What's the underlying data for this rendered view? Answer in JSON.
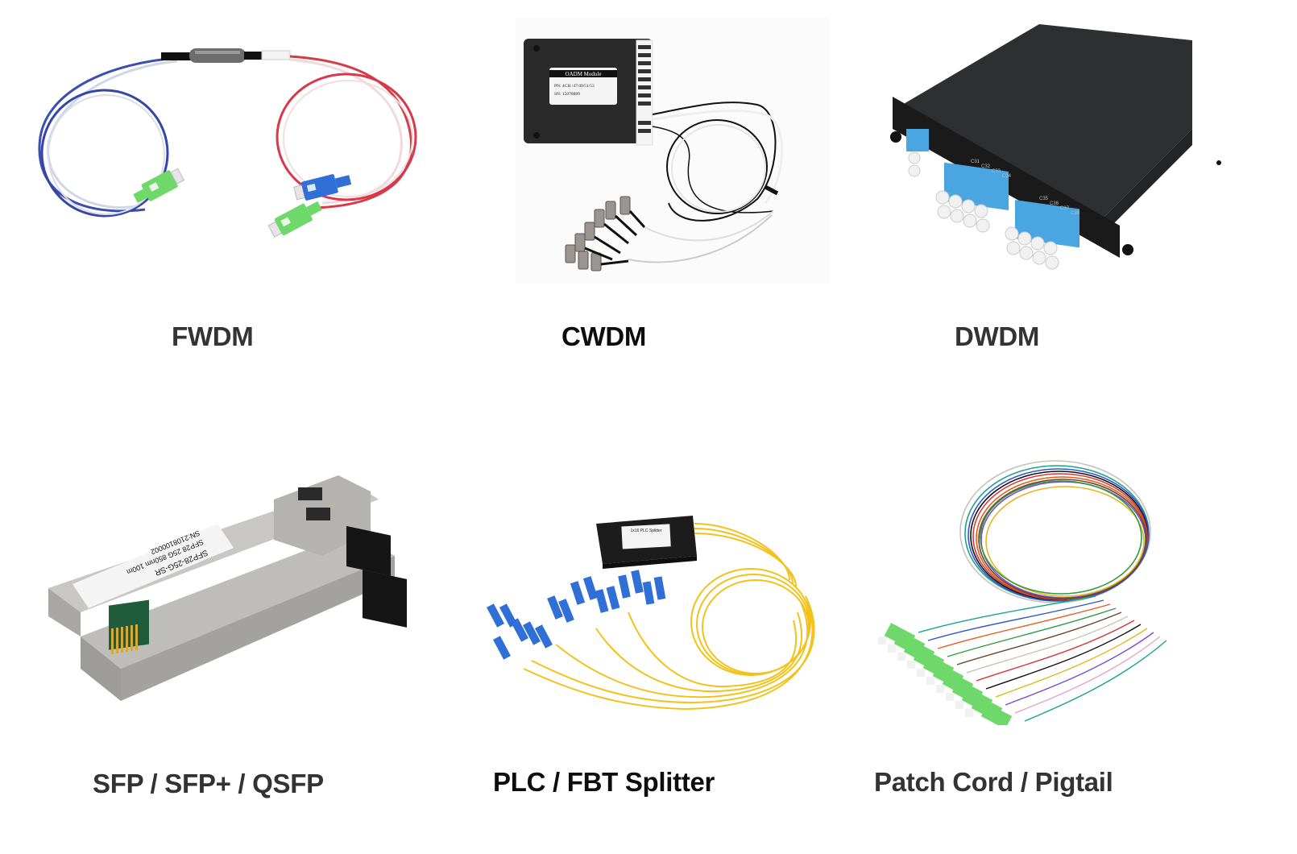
{
  "products": [
    {
      "id": "fwdm",
      "caption": "FWDM",
      "image_alt": "FWDM filter wavelength division multiplexer with blue and red fiber loops and SC connectors"
    },
    {
      "id": "cwdm",
      "caption": "CWDM",
      "image_alt": "CWDM OADM module box with FC fiber pigtails",
      "label": {
        "title": "OADM Module",
        "pn": "PN: 4CH /47/49/51/53",
        "sn": "SN:  15078889"
      }
    },
    {
      "id": "dwdm",
      "caption": "DWDM",
      "image_alt": "DWDM LGX cassette with blue LC duplex adapters",
      "port_labels": [
        "C31",
        "C32",
        "C33",
        "C34",
        "C35",
        "C36",
        "C37",
        "C38"
      ]
    },
    {
      "id": "sfp",
      "caption": "SFP / SFP+ / QSFP",
      "image_alt": "SFP28 optical transceiver module",
      "label": {
        "line1": "SFP28-25G-SR",
        "line2": "SFP28 25G 850nm 100m",
        "line3": "SN:2108100002"
      }
    },
    {
      "id": "plc",
      "caption": "PLC / FBT Splitter",
      "image_alt": "1x16 PLC splitter box with yellow fibers and blue SC connectors",
      "label": {
        "title": "1x16 PLC Splitter"
      }
    },
    {
      "id": "pigtail",
      "caption": "Patch Cord / Pigtail",
      "image_alt": "Color-coded fiber pigtails with green SC/APC connectors"
    }
  ],
  "colors": {
    "caption_gray": "#333333",
    "caption_dark": "#0d0d0d",
    "sc_apc_green": "#6fd86a",
    "sc_upc_blue": "#2f6fd6",
    "fiber_yellow": "#f2c21b",
    "adapter_blue": "#4aa6e0"
  }
}
